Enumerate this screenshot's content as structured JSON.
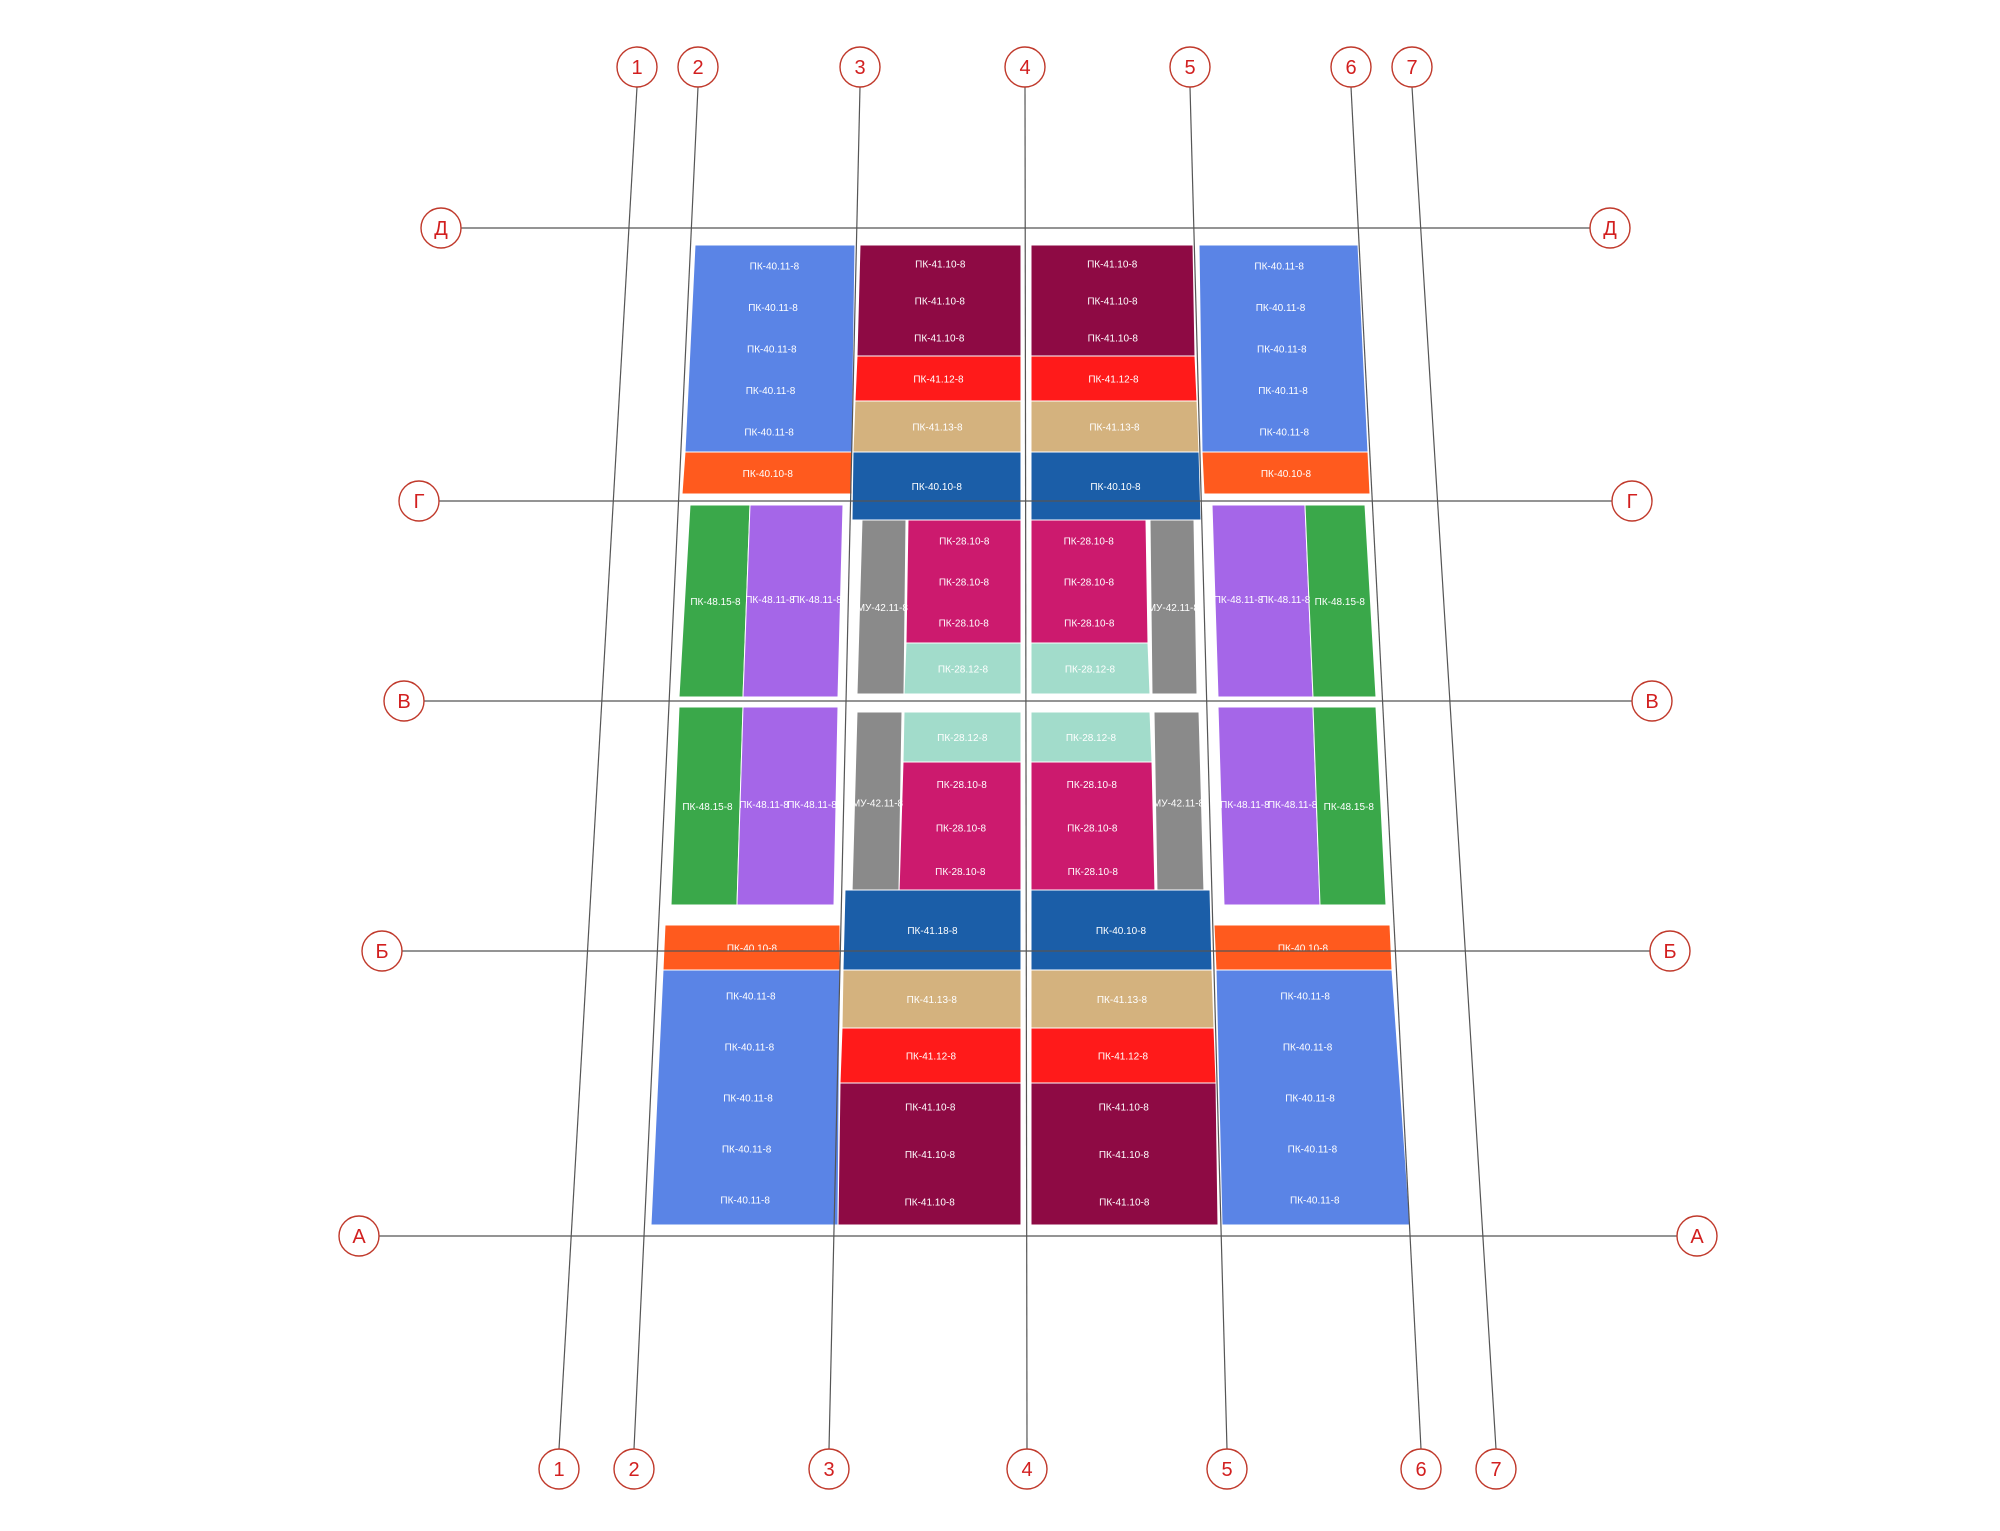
{
  "colors": {
    "grid_line": "#555555",
    "bubble_stroke": "#c0392b",
    "bubble_text": "#d21f1f",
    "blue_light": "#5a84e6",
    "orange": "#ff5a1e",
    "maroon": "#8e0a44",
    "red": "#ff1a1a",
    "tan": "#d4b27e",
    "blue_dark": "#1b5ea8",
    "green": "#3aa84a",
    "purple": "#a566e8",
    "gray": "#8a8a8a",
    "magenta": "#cc1a6e",
    "mint": "#a2dccb"
  },
  "axes": {
    "numbered": [
      "1",
      "2",
      "3",
      "4",
      "5",
      "6",
      "7"
    ],
    "lettered": [
      "Д",
      "Г",
      "В",
      "Б",
      "А"
    ]
  },
  "panels": {
    "top_left_blue": [
      "ПК-40.11-8",
      "ПК-40.11-8",
      "ПК-40.11-8",
      "ПК-40.11-8",
      "ПК-40.11-8"
    ],
    "top_left_orange": "ПК-40.10-8",
    "top_mid_left_maroon": [
      "ПК-41.10-8",
      "ПК-41.10-8",
      "ПК-41.10-8"
    ],
    "top_mid_left_red": "ПК-41.12-8",
    "top_mid_left_tan": "ПК-41.13-8",
    "top_mid_left_dark": "ПК-40.10-8",
    "top_mid_right_maroon": [
      "ПК-41.10-8",
      "ПК-41.10-8",
      "ПК-41.10-8"
    ],
    "top_mid_right_red": "ПК-41.12-8",
    "top_mid_right_tan": "ПК-41.13-8",
    "top_mid_right_dark": "ПК-40.10-8",
    "top_right_blue": [
      "ПК-40.11-8",
      "ПК-40.11-8",
      "ПК-40.11-8",
      "ПК-40.11-8",
      "ПК-40.11-8"
    ],
    "top_right_orange": "ПК-40.10-8",
    "upper_left_green": "ПК-48.15-8",
    "upper_left_purple": [
      "ПК-48.11-8",
      "ПК-48.11-8"
    ],
    "upper_left_gray": "МУ-42.11-8",
    "upper_mid_left_magenta": [
      "ПК-28.10-8",
      "ПК-28.10-8",
      "ПК-28.10-8"
    ],
    "upper_mid_left_mint": "ПК-28.12-8",
    "upper_mid_right_magenta": [
      "ПК-28.10-8",
      "ПК-28.10-8",
      "ПК-28.10-8"
    ],
    "upper_mid_right_mint": "ПК-28.12-8",
    "upper_right_gray": "МУ-42.11-8",
    "upper_right_purple": [
      "ПК-48.11-8",
      "ПК-48.11-8"
    ],
    "upper_right_green": "ПК-48.15-8",
    "lower_left_green": "ПК-48.15-8",
    "lower_left_purple": [
      "ПК-48.11-8",
      "ПК-48.11-8"
    ],
    "lower_left_gray": "МУ-42.11-8",
    "lower_mid_left_mint": "ПК-28.12-8",
    "lower_mid_left_magenta": [
      "ПК-28.10-8",
      "ПК-28.10-8",
      "ПК-28.10-8"
    ],
    "lower_mid_right_mint": "ПК-28.12-8",
    "lower_mid_right_magenta": [
      "ПК-28.10-8",
      "ПК-28.10-8",
      "ПК-28.10-8"
    ],
    "lower_right_gray": "МУ-42.11-8",
    "lower_right_purple": [
      "ПК-48.11-8",
      "ПК-48.11-8"
    ],
    "lower_right_green": "ПК-48.15-8",
    "bottom_left_orange": "ПК-40.10-8",
    "bottom_left_blue": [
      "ПК-40.11-8",
      "ПК-40.11-8",
      "ПК-40.11-8",
      "ПК-40.11-8",
      "ПК-40.11-8"
    ],
    "bottom_mid_left_dark": "ПК-41.18-8",
    "bottom_mid_left_tan": "ПК-41.13-8",
    "bottom_mid_left_red": "ПК-41.12-8",
    "bottom_mid_left_maroon": [
      "ПК-41.10-8",
      "ПК-41.10-8",
      "ПК-41.10-8"
    ],
    "bottom_mid_right_dark": "ПК-40.10-8",
    "bottom_mid_right_tan": "ПК-41.13-8",
    "bottom_mid_right_red": "ПК-41.12-8",
    "bottom_mid_right_maroon": [
      "ПК-41.10-8",
      "ПК-41.10-8",
      "ПК-41.10-8"
    ],
    "bottom_right_orange": "ПК-40.10-8",
    "bottom_right_blue": [
      "ПК-40.11-8",
      "ПК-40.11-8",
      "ПК-40.11-8",
      "ПК-40.11-8",
      "ПК-40.11-8"
    ]
  }
}
